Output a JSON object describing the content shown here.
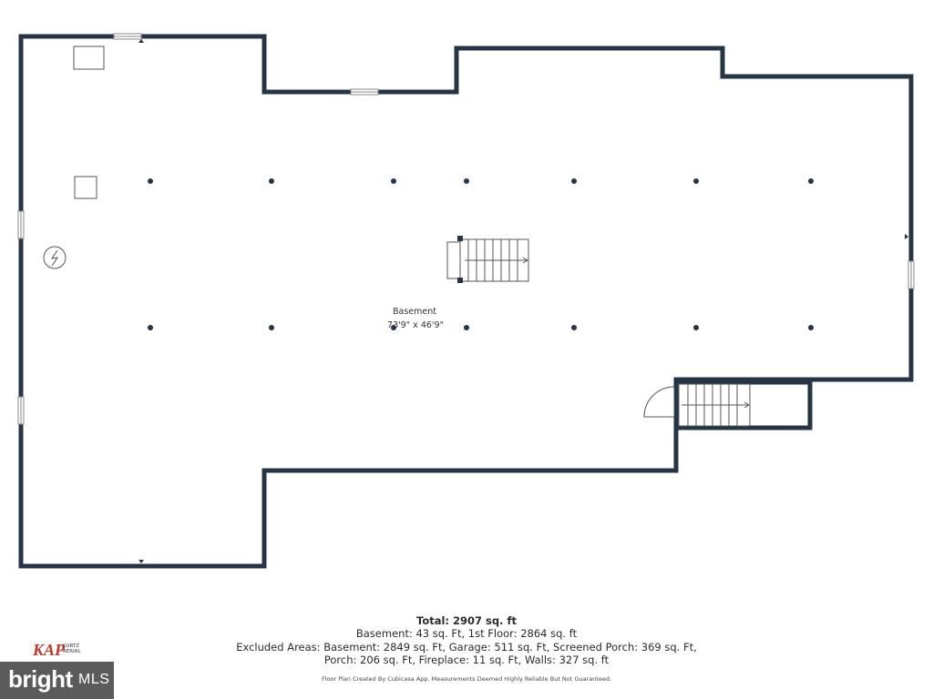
{
  "room": {
    "name": "Basement",
    "dimensions": "73'9\" x 46'9\""
  },
  "footer": {
    "total": "Total: 2907 sq. ft",
    "line1": "Basement: 43 sq. Ft, 1st Floor: 2864 sq. ft",
    "line2": "Excluded Areas: Basement: 2849 sq. Ft, Garage: 511 sq. Ft, Screened Porch: 369 sq. Ft,",
    "line3": "Porch: 206 sq. Ft, Fireplace: 11 sq. Ft, Walls: 327 sq. ft",
    "note": "Floor Plan Created By Cubicasa App. Measurements Deemed Highly Reliable But Not Guaranteed."
  },
  "logos": {
    "brand_word": "bright",
    "brand_suffix": "MLS",
    "kap_main": "KAP",
    "kap_sub": "KURTZ AERIAL"
  },
  "colors": {
    "wall": "#253446",
    "brand_bg": "#5b5b5b",
    "kap_red": "#c0392b"
  },
  "icons": [
    "column-icon",
    "stairs-icon",
    "door-swing-icon",
    "electrical-panel-icon",
    "window-icon"
  ]
}
